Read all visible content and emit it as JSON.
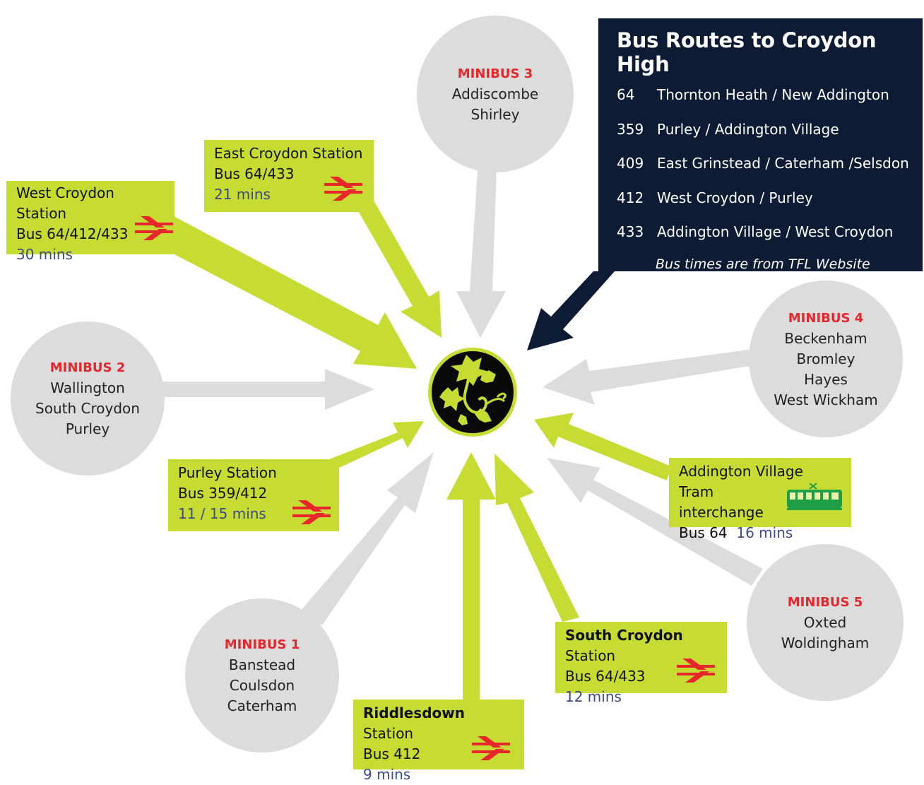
{
  "title": "Bus Routes to Croydon High",
  "routes": [
    {
      "number": "64",
      "desc": "Thornton Heath / New Addington"
    },
    {
      "number": "359",
      "desc": "Purley / Addington Village"
    },
    {
      "number": "409",
      "desc": "East Grinstead / Caterham /Selsdon"
    },
    {
      "number": "412",
      "desc": "West Croydon / Purley"
    },
    {
      "number": "433",
      "desc": "Addington Village / West Croydon"
    }
  ],
  "note": "Bus times are from TFL Website",
  "minibuses": {
    "m1": {
      "title": "MINIBUS 1",
      "places": [
        "Banstead",
        "Coulsdon",
        "Caterham"
      ]
    },
    "m2": {
      "title": "MINIBUS 2",
      "places": [
        "Wallington",
        "South Croydon",
        "Purley"
      ]
    },
    "m3": {
      "title": "MINIBUS 3",
      "places": [
        "Addiscombe",
        "Shirley"
      ]
    },
    "m4": {
      "title": "MINIBUS 4",
      "places": [
        "Beckenham",
        "Bromley",
        "Hayes",
        "West Wickham"
      ]
    },
    "m5": {
      "title": "MINIBUS 5",
      "places": [
        "Oxted",
        "Woldingham"
      ]
    }
  },
  "stations": {
    "west_croydon": {
      "name": "West Croydon Station",
      "bus": "Bus 64/412/433",
      "time": "30 mins"
    },
    "east_croydon": {
      "name": "East Croydon Station",
      "bus": "Bus 64/433",
      "time": "21 mins"
    },
    "purley": {
      "name": "Purley Station",
      "bus": "Bus 359/412",
      "time": "11 / 15 mins"
    },
    "riddlesdown": {
      "name_bold": "Riddlesdown",
      "name_rest": " Station",
      "bus": "Bus 412",
      "time": "9 mins"
    },
    "south_croydon": {
      "name_bold": "South Croydon",
      "name_rest": " Station",
      "bus": "Bus 64/433",
      "time": "12 mins"
    },
    "addington": {
      "name_line1": "Addington Village Tram",
      "name_line2": "interchange",
      "bus": "Bus 64",
      "time": "16 mins"
    }
  },
  "colors": {
    "minibus_red": "#e6262b",
    "station_green": "#c7dc32",
    "panel_navy": "#0d1b34",
    "circle_grey": "#dcdcdd",
    "time_blue": "#3c4a86"
  },
  "icons": {
    "rail": "national-rail-icon",
    "tram": "tram-icon",
    "logo": "ivy-leaf-logo"
  }
}
